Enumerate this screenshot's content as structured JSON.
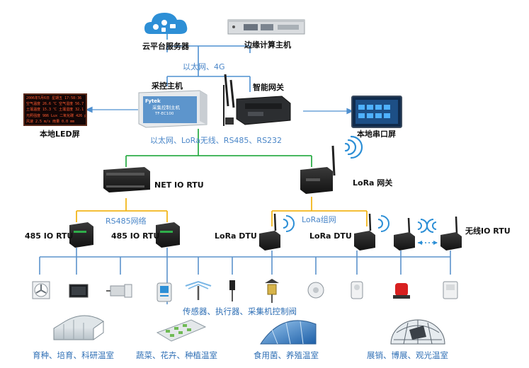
{
  "top": {
    "cloud_label": "云平台服务器",
    "edge_label": "边缘计算主机",
    "link_label": "以太网、4G"
  },
  "middle": {
    "controller_label": "采控主机",
    "controller_screen_brand": "Fytek",
    "controller_screen_title": "采集控制主机",
    "controller_screen_model": "TF-EC100",
    "gateway_label": "智能网关",
    "led_label": "本地LED屏",
    "serial_label": "本地串口屏",
    "link_label": "以太网、LoRa无线、RS485、RS232",
    "led_lines": [
      "2006年5月6日 星期五 17:58:36",
      "空气温度 26.6 ℃   空气湿度 56.7 %",
      "土壤温度 15.3 ℃   土壤湿度 32.1 %",
      "光照强度 986 Lux  二氧化碳 426 ppm",
      "风速 2.5 m/s      雨量 0.0 mm"
    ]
  },
  "rtu": {
    "net_io_label": "NET IO RTU",
    "lora_gw_label": "LoRa 网关",
    "rs485_net_label": "RS485网络",
    "lora_net_label": "LoRa组网",
    "rtu485_a_label": "485 IO RTU",
    "rtu485_b_label": "485 IO RTU",
    "lora_dtu_a_label": "LoRa DTU",
    "lora_dtu_b_label": "LoRa DTU",
    "wireless_label": "无线IO RTU"
  },
  "devices": {
    "caption": "传感器、执行器、采集机控制阀",
    "icons": [
      "fan-icon",
      "led-display-icon",
      "motor-icon",
      "sprayer-icon",
      "sprinkler-icon",
      "probe-icon",
      "insect-lamp-icon",
      "smoke-sensor-icon",
      "pir-sensor-icon",
      "alarm-light-icon",
      "co2-sensor-icon"
    ]
  },
  "greenhouses": [
    {
      "label": "育种、培育、科研温室"
    },
    {
      "label": "蔬菜、花卉、种植温室"
    },
    {
      "label": "食用菌、养殖温室"
    },
    {
      "label": "展销、博展、观光温室"
    }
  ],
  "colors": {
    "cloud": "#2d8fd6",
    "blue_line": "#4f90d0",
    "green_line": "#2fae4a",
    "yellow_line": "#f2b61b",
    "device_bus": "#5b93cc",
    "label_blue": "#4a86c8"
  }
}
